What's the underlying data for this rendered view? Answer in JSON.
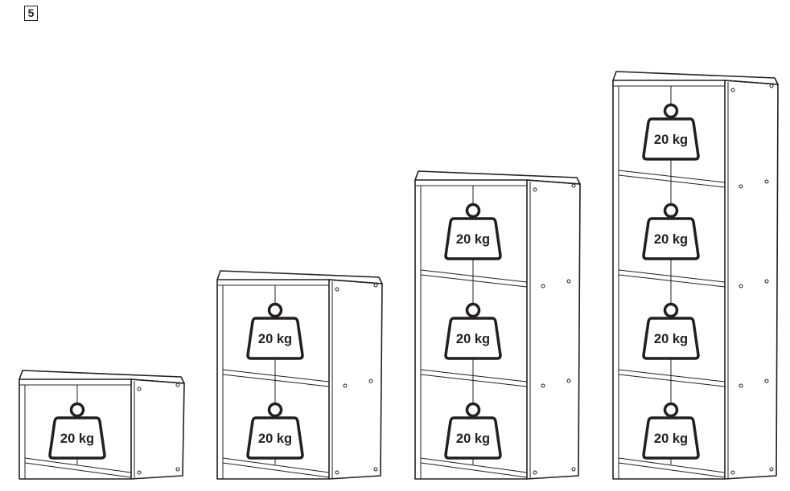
{
  "step": {
    "number": "5"
  },
  "units": [
    {
      "compartments": 1,
      "weight_label": "20 kg"
    },
    {
      "compartments": 2,
      "weight_label": "20 kg"
    },
    {
      "compartments": 3,
      "weight_label": "20 kg"
    },
    {
      "compartments": 4,
      "weight_label": "20 kg"
    }
  ],
  "colors": {
    "line": "#231f20",
    "weight_fill": "#ffffff"
  },
  "icons": {
    "weight": "kettlebell-weight-icon"
  }
}
